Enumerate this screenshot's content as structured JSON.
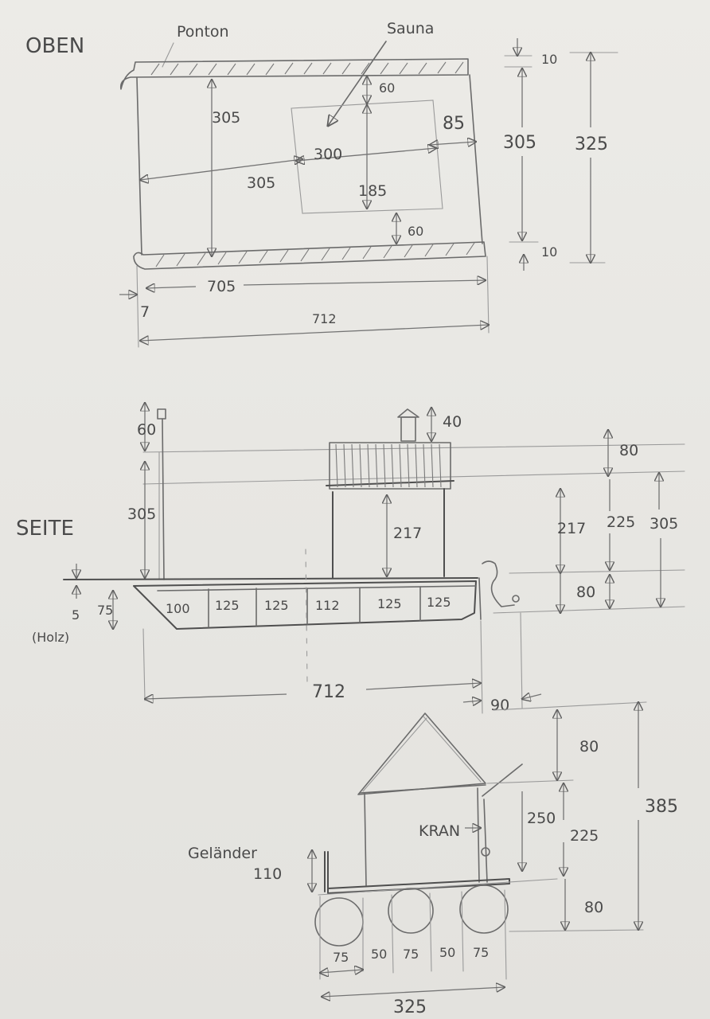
{
  "labels": {
    "oben": "OBEN",
    "seite": "SEITE",
    "ponton": "Ponton",
    "sauna": "Sauna",
    "kran": "KRAN",
    "gelaender": "Geländer",
    "holz": "(Holz)"
  },
  "dims_top": {
    "d305_inner_v": "305",
    "d305_inner_h": "305",
    "d60_top": "60",
    "d60_bottom": "60",
    "d85": "85",
    "d300": "300",
    "d185": "185",
    "d10_top": "10",
    "d10_bottom": "10",
    "d305_right": "305",
    "d325_right": "325",
    "d705": "705",
    "d7": "7",
    "d712": "712"
  },
  "dims_side": {
    "d60_pole": "60",
    "d305_pole": "305",
    "d40_chimney": "40",
    "d80_roof": "80",
    "d217_inner": "217",
    "d217_outer": "217",
    "d225": "225",
    "d305_right": "305",
    "d80_hull": "80",
    "d5": "5",
    "d75": "75",
    "seg1": "100",
    "seg2": "125",
    "seg3": "125",
    "seg4": "112",
    "seg5": "125",
    "seg6": "125",
    "d712": "712",
    "d90": "90"
  },
  "dims_front": {
    "d80_roof": "80",
    "d250": "250",
    "d225": "225",
    "d385": "385",
    "d80_float": "80",
    "d110": "110",
    "b1": "75",
    "b2": "50",
    "b3": "75",
    "b4": "50",
    "b5": "75",
    "d325": "325"
  }
}
